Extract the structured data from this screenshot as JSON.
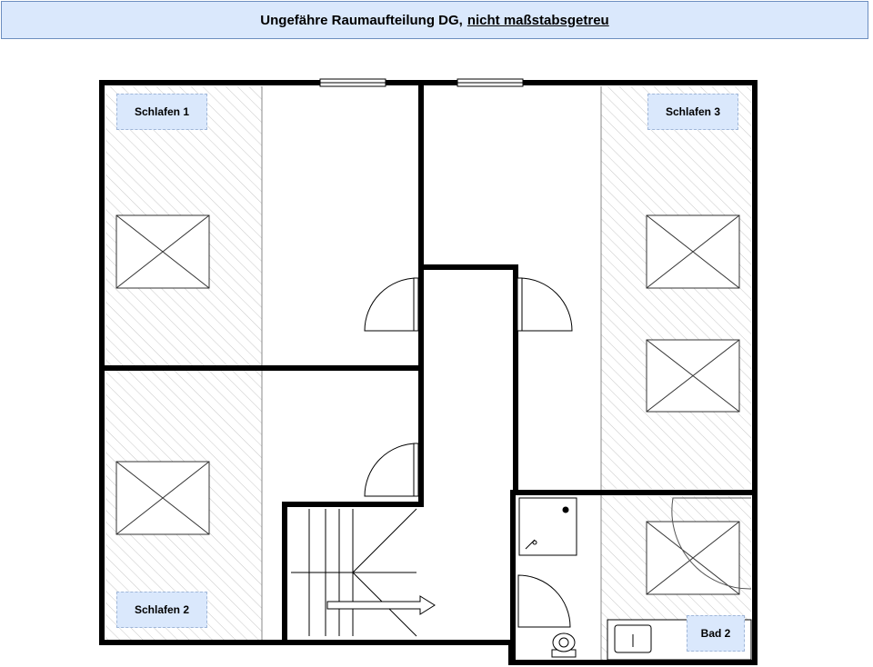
{
  "title": {
    "main": "Ungefähre Raumaufteilung DG,",
    "underlined": "nicht maßstabsgetreu"
  },
  "rooms": {
    "schlafen1": "Schlafen 1",
    "schlafen2": "Schlafen 2",
    "schlafen3": "Schlafen 3",
    "bad2": "Bad 2"
  },
  "colors": {
    "label_fill": "#dae8fc",
    "title_border": "#6c8ebf",
    "wall": "#000000",
    "hatch": "#c8c8c8"
  }
}
